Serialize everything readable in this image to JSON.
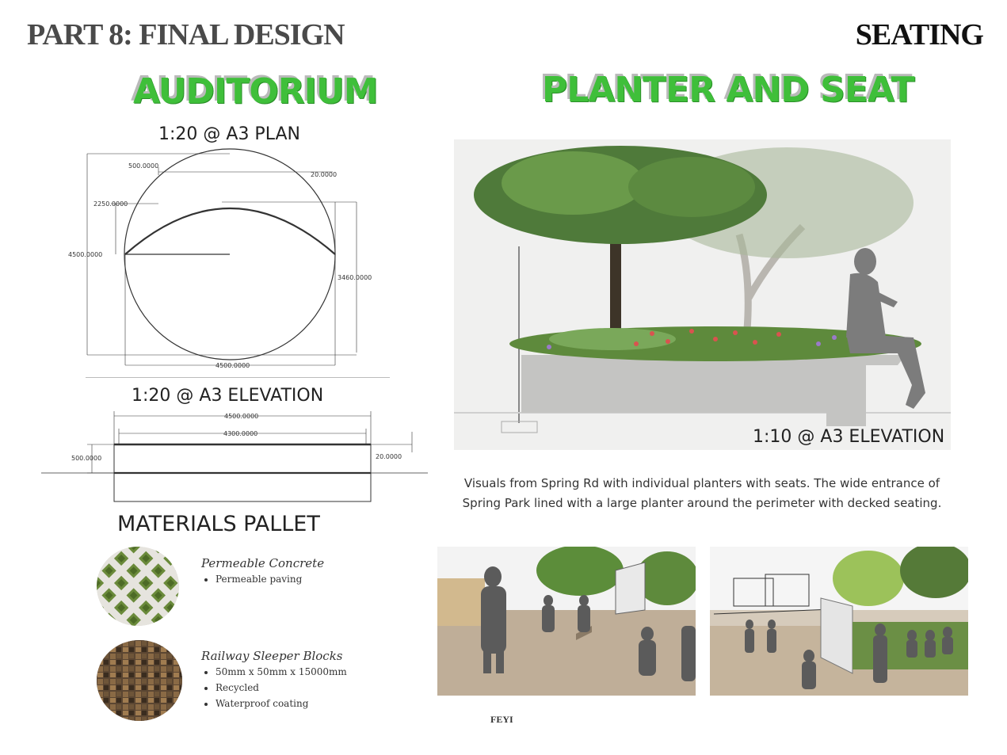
{
  "header": {
    "left_title": "PART 8: FINAL DESIGN",
    "right_title": "SEATING"
  },
  "auditorium": {
    "title": "AUDITORIUM",
    "plan_label": "1:20 @ A3 PLAN",
    "plan_dims": {
      "d_500": "500.0000",
      "d_20": "20.0000",
      "d_2250": "2250.0000",
      "d_4500_left": "4500.0000",
      "d_3460": "3460.0000",
      "d_4500_bottom": "4500.0000"
    },
    "elevation_label": "1:20 @ A3 ELEVATION",
    "elev_dims": {
      "d_4500": "4500.0000",
      "d_4300": "4300.0000",
      "d_500": "500.0000",
      "d_20": "20.0000"
    }
  },
  "materials": {
    "title": "MATERIALS PALLET",
    "items": [
      {
        "name": "Permeable Concrete",
        "bullets": [
          "Permeable paving"
        ]
      },
      {
        "name": "Railway Sleeper Blocks",
        "bullets": [
          "50mm x 50mm x 15000mm",
          "Recycled",
          "Waterproof coating"
        ]
      }
    ]
  },
  "planter": {
    "title": "PLANTER AND SEAT",
    "elevation_label": "1:10 @ A3 ELEVATION",
    "caption_line1": "Visuals from Spring Rd with individual planters with seats. The wide entrance of",
    "caption_line2": "Spring Park lined with a large planter around the perimeter with decked seating."
  },
  "footer": {
    "credit": "FEYI"
  },
  "colors": {
    "title_green": "#3fbf3a",
    "header_grey": "#4a4a4a"
  }
}
